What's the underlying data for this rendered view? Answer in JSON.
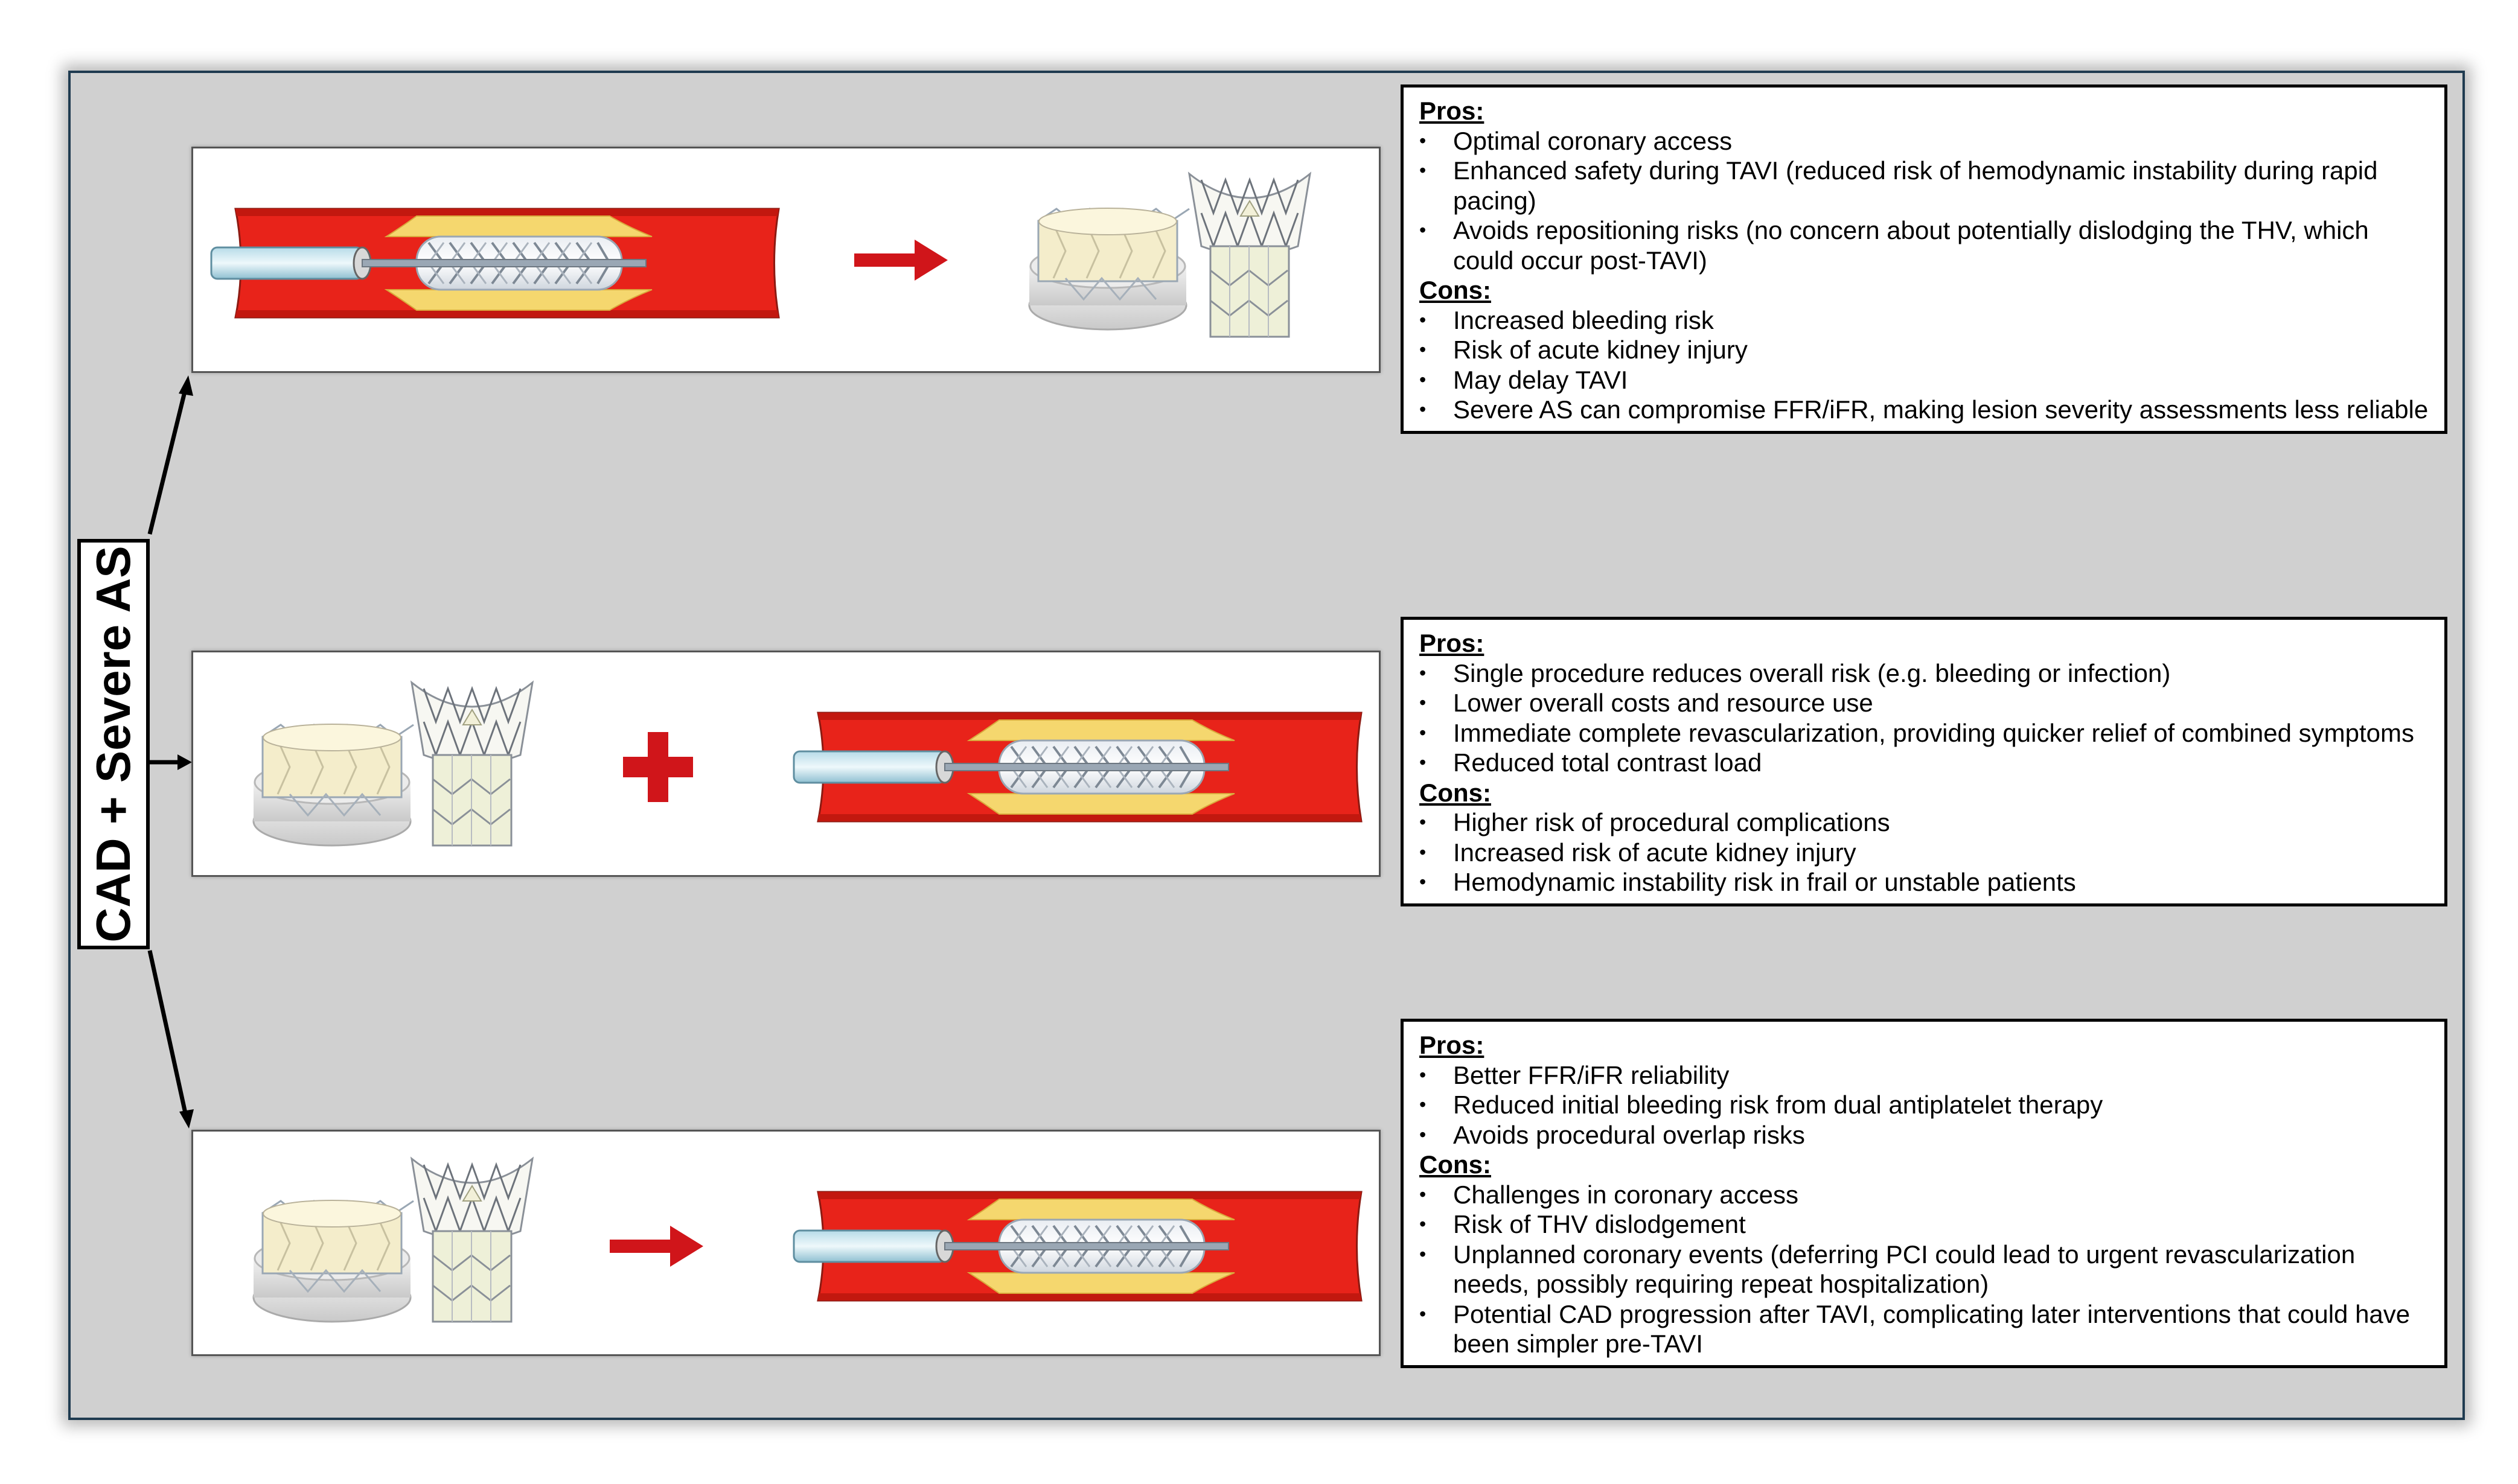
{
  "central_label": "CAD + Severe AS",
  "colors": {
    "panel_background": "#d0d0d0",
    "vessel_red": "#e8231a",
    "plaque_yellow": "#f5d76e",
    "arrow_red": "#d0151a"
  },
  "strategies": [
    {
      "diagram": [
        "stented-vessel-icon",
        "arrow-right-icon",
        "balloon-valve-icon",
        "self-expanding-valve-icon"
      ],
      "pros_heading": "Pros:",
      "pros": [
        "Optimal coronary access",
        "Enhanced safety during TAVI (reduced risk of hemodynamic instability during rapid pacing)",
        "Avoids repositioning risks (no concern about potentially dislodging the THV, which could occur post-TAVI)"
      ],
      "cons_heading": "Cons:",
      "cons": [
        "Increased bleeding risk",
        "Risk of acute kidney injury",
        "May delay TAVI",
        "Severe AS can compromise FFR/iFR, making lesion severity assessments less reliable"
      ]
    },
    {
      "diagram": [
        "balloon-valve-icon",
        "self-expanding-valve-icon",
        "plus-icon",
        "stented-vessel-icon"
      ],
      "pros_heading": "Pros:",
      "pros": [
        "Single procedure reduces overall risk (e.g. bleeding or infection)",
        "Lower overall costs and resource use",
        "Immediate complete revascularization, providing quicker relief of combined symptoms",
        "Reduced total contrast load"
      ],
      "cons_heading": "Cons:",
      "cons": [
        "Higher risk of procedural complications",
        "Increased risk of acute kidney injury",
        "Hemodynamic instability risk in frail or unstable patients"
      ]
    },
    {
      "diagram": [
        "balloon-valve-icon",
        "self-expanding-valve-icon",
        "arrow-right-icon",
        "stented-vessel-icon"
      ],
      "pros_heading": "Pros:",
      "pros": [
        "Better FFR/iFR reliability",
        "Reduced initial bleeding risk from dual antiplatelet therapy",
        "Avoids procedural overlap risks"
      ],
      "cons_heading": "Cons:",
      "cons": [
        "Challenges in coronary access",
        "Risk of THV dislodgement",
        "Unplanned coronary events (deferring PCI could lead to urgent revascularization needs, possibly requiring repeat hospitalization)",
        "Potential CAD progression after TAVI, complicating later interventions that could have been simpler pre-TAVI"
      ]
    }
  ]
}
